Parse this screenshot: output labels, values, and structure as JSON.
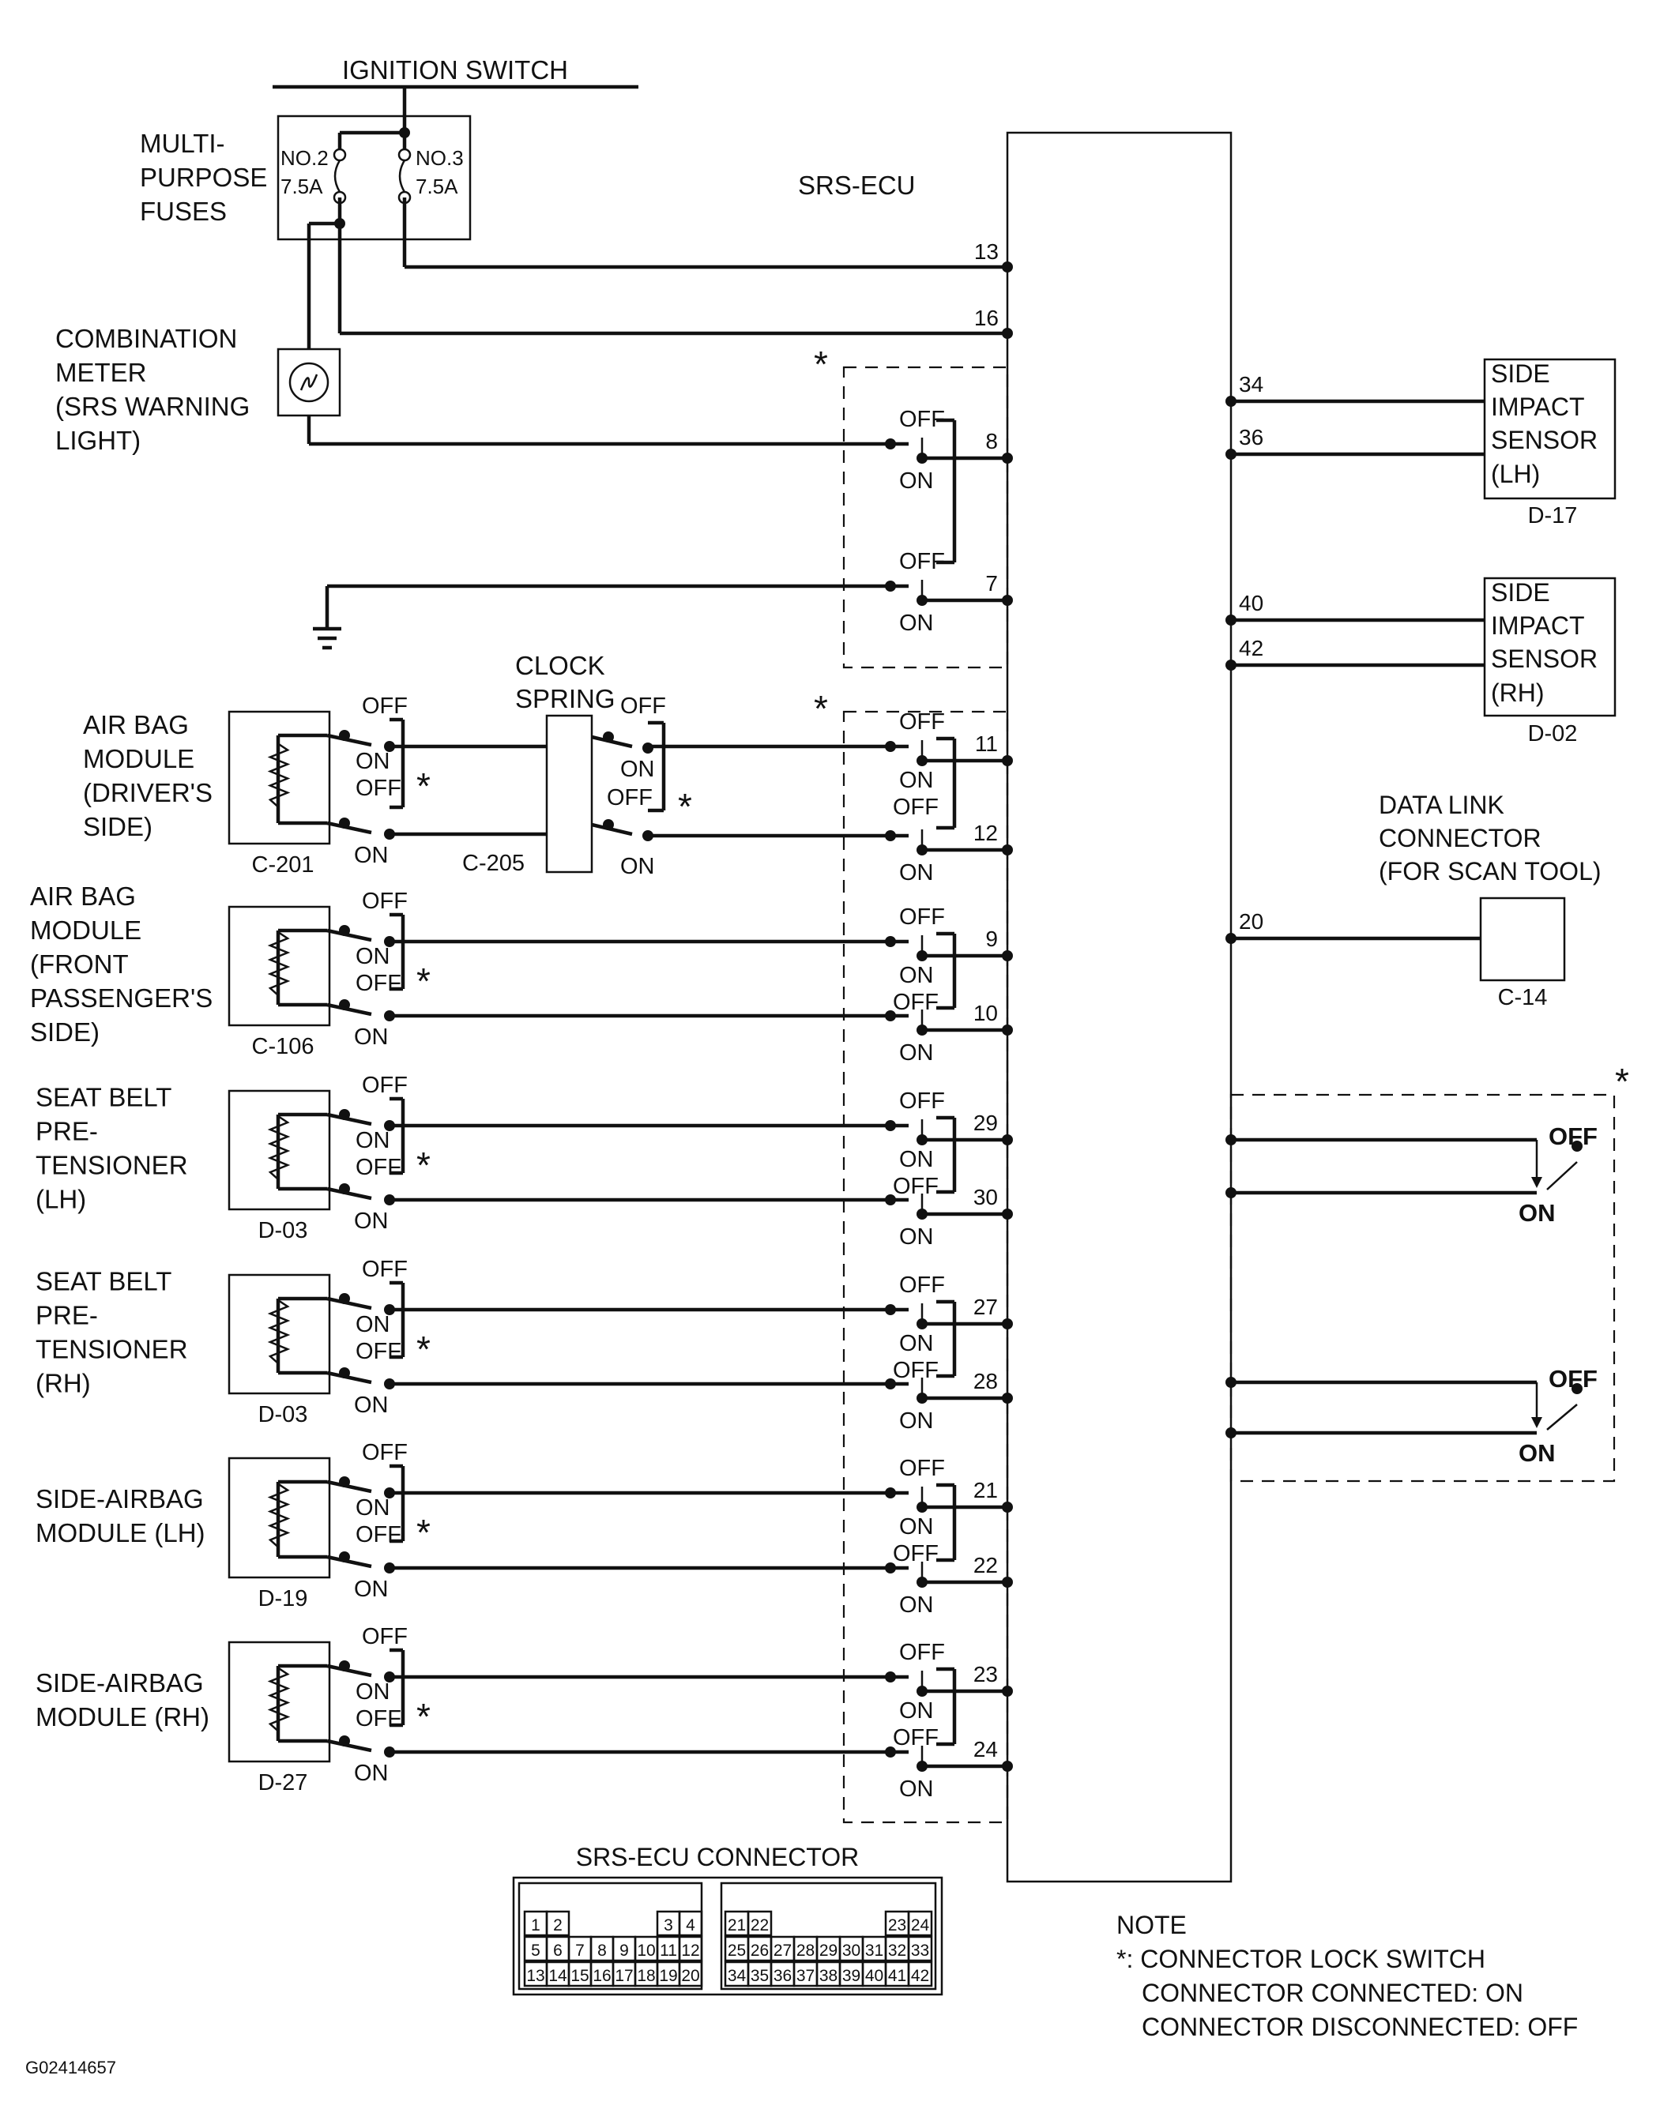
{
  "title": "IGNITION SWITCH",
  "ecu": {
    "label": "SRS-ECU"
  },
  "fuses": {
    "label_lines": [
      "MULTI-",
      "PURPOSE",
      "FUSES"
    ],
    "fuse_a": [
      "NO.2",
      "7.5A"
    ],
    "fuse_b": [
      "NO.3",
      "7.5A"
    ]
  },
  "meter": {
    "label_lines": [
      "COMBINATION",
      "METER",
      "(SRS WARNING",
      "LIGHT)"
    ]
  },
  "clock_spring": {
    "label_lines": [
      "CLOCK",
      "SPRING"
    ],
    "connector": "C-205"
  },
  "switch": {
    "off": "OFF",
    "on": "ON",
    "asterisk": "*"
  },
  "pins": {
    "power": [
      "13",
      "16"
    ],
    "lamp": [
      "8",
      "7"
    ],
    "squib": [
      "11",
      "12",
      "9",
      "10",
      "29",
      "30",
      "27",
      "28",
      "21",
      "22",
      "23",
      "24"
    ],
    "right": [
      "34",
      "36",
      "40",
      "42",
      "20"
    ]
  },
  "modules": [
    {
      "name_lines": [
        "AIR BAG",
        "MODULE",
        "(DRIVER'S",
        "SIDE)"
      ],
      "connector": "C-201"
    },
    {
      "name_lines": [
        "AIR BAG",
        "MODULE",
        "(FRONT",
        "PASSENGER'S",
        "SIDE)"
      ],
      "connector": "C-106"
    },
    {
      "name_lines": [
        "SEAT BELT",
        "PRE-",
        "TENSIONER",
        "(LH)"
      ],
      "connector": "D-03"
    },
    {
      "name_lines": [
        "SEAT BELT",
        "PRE-",
        "TENSIONER",
        "(RH)"
      ],
      "connector": "D-03"
    },
    {
      "name_lines": [
        "SIDE-AIRBAG",
        "MODULE (LH)"
      ],
      "connector": "D-19"
    },
    {
      "name_lines": [
        "SIDE-AIRBAG",
        "MODULE (RH)"
      ],
      "connector": "D-27"
    }
  ],
  "side_sensors": [
    {
      "name_lines": [
        "SIDE",
        "IMPACT",
        "SENSOR",
        "(LH)"
      ],
      "connector": "D-17"
    },
    {
      "name_lines": [
        "SIDE",
        "IMPACT",
        "SENSOR",
        "(RH)"
      ],
      "connector": "D-02"
    }
  ],
  "data_link": {
    "name_lines": [
      "DATA LINK",
      "CONNECTOR",
      "(FOR SCAN TOOL)"
    ],
    "connector": "C-14"
  },
  "srs_connector": {
    "title": "SRS-ECU CONNECTOR",
    "left_rows": [
      [
        "1",
        "2",
        "",
        "",
        "",
        "3",
        "4"
      ],
      [
        "5",
        "6",
        "7",
        "8",
        "9",
        "10",
        "11",
        "12"
      ],
      [
        "13",
        "14",
        "15",
        "16",
        "17",
        "18",
        "19",
        "20"
      ]
    ],
    "right_rows": [
      [
        "21",
        "22",
        "",
        "",
        "",
        "",
        "23",
        "24"
      ],
      [
        "25",
        "26",
        "27",
        "28",
        "29",
        "30",
        "31",
        "32",
        "33"
      ],
      [
        "34",
        "35",
        "36",
        "37",
        "38",
        "39",
        "40",
        "41",
        "42"
      ]
    ]
  },
  "note": {
    "lines": [
      "NOTE",
      "*: CONNECTOR LOCK SWITCH",
      "CONNECTOR CONNECTED: ON",
      "CONNECTOR DISCONNECTED: OFF"
    ]
  },
  "figure_id": "G02414657"
}
